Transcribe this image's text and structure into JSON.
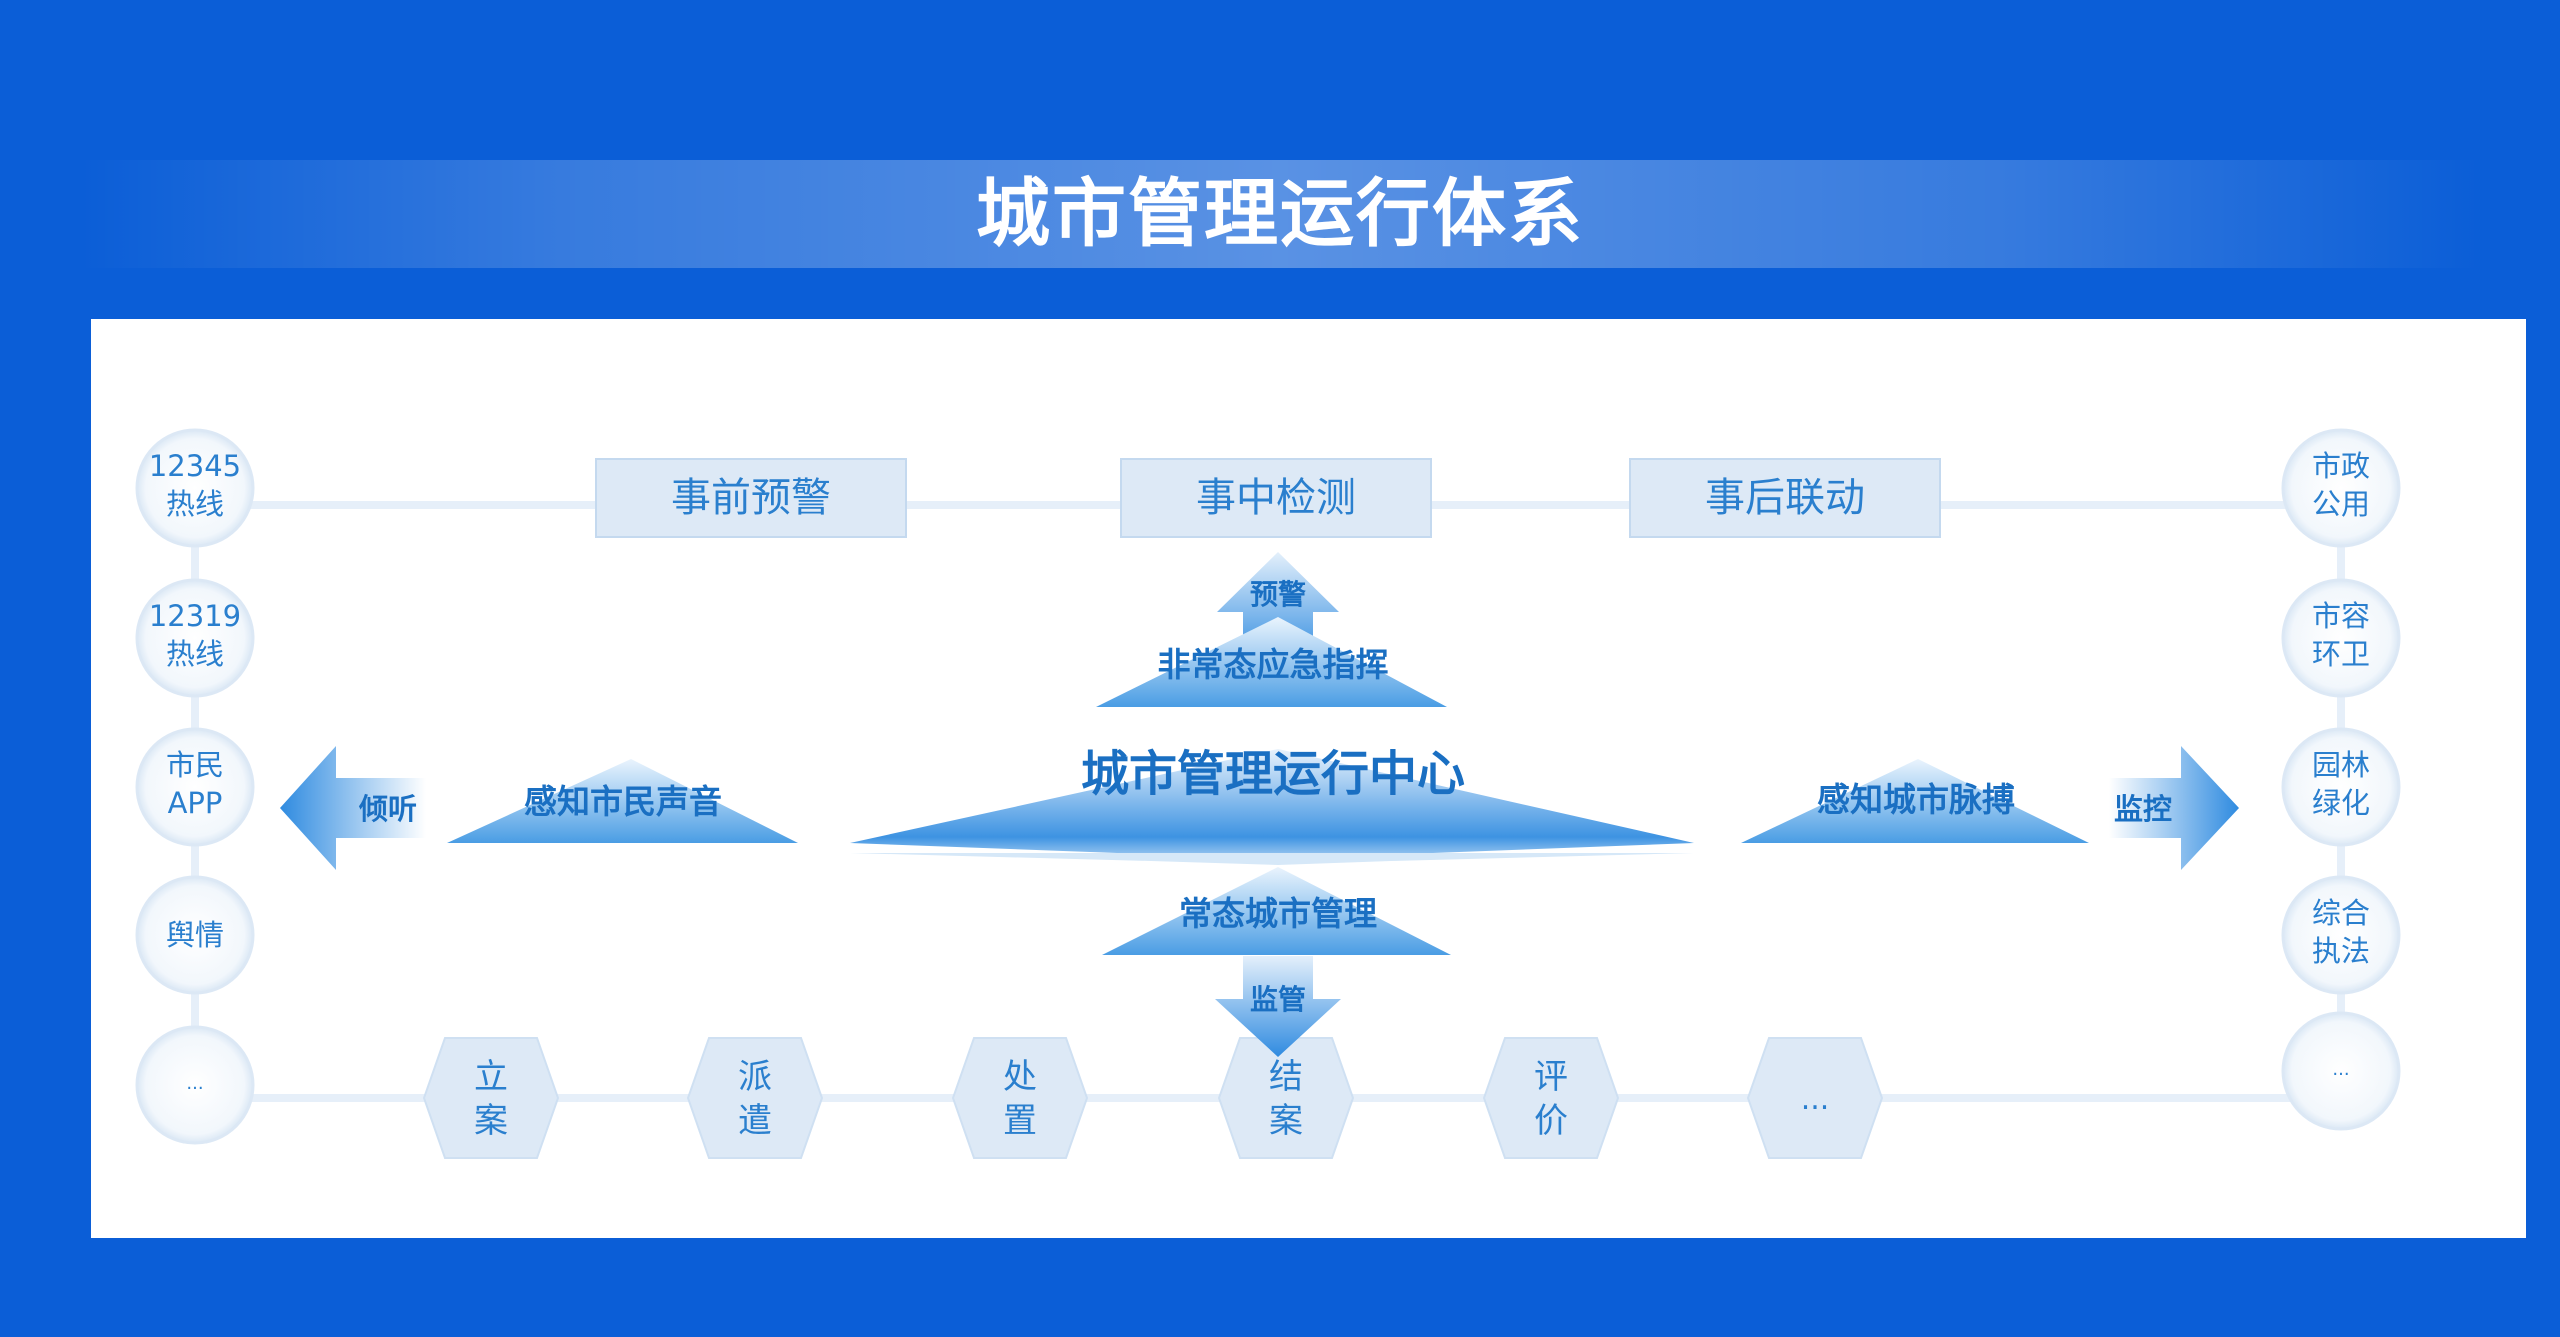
{
  "title": "城市管理运行体系",
  "colors": {
    "background": "#0b5ed7",
    "accent": "#1a7ad0",
    "light_fill": "#dde9f6",
    "line": "#e6eff9"
  },
  "stages": [
    "事前预警",
    "事中检测",
    "事后联动"
  ],
  "left_sources": [
    {
      "line1": "12345",
      "line2": "热线"
    },
    {
      "line1": "12319",
      "line2": "热线"
    },
    {
      "line1": "市民",
      "line2": "APP"
    },
    {
      "line1": "舆情",
      "line2": ""
    },
    {
      "line1": "...",
      "line2": ""
    }
  ],
  "right_departments": [
    {
      "line1": "市政",
      "line2": "公用"
    },
    {
      "line1": "市容",
      "line2": "环卫"
    },
    {
      "line1": "园林",
      "line2": "绿化"
    },
    {
      "line1": "综合",
      "line2": "执法"
    },
    {
      "line1": "...",
      "line2": ""
    }
  ],
  "process_steps": [
    {
      "line1": "立",
      "line2": "案"
    },
    {
      "line1": "派",
      "line2": "遣"
    },
    {
      "line1": "处",
      "line2": "置"
    },
    {
      "line1": "结",
      "line2": "案"
    },
    {
      "line1": "评",
      "line2": "价"
    },
    {
      "line1": "...",
      "line2": ""
    }
  ],
  "center": {
    "title": "城市管理运行中心",
    "up_label": "非常态应急指挥",
    "up_arrow": "预警",
    "down_label": "常态城市管理",
    "down_arrow": "监管",
    "left_label": "感知市民声音",
    "left_arrow": "倾听",
    "right_label": "感知城市脉搏",
    "right_arrow": "监控"
  }
}
